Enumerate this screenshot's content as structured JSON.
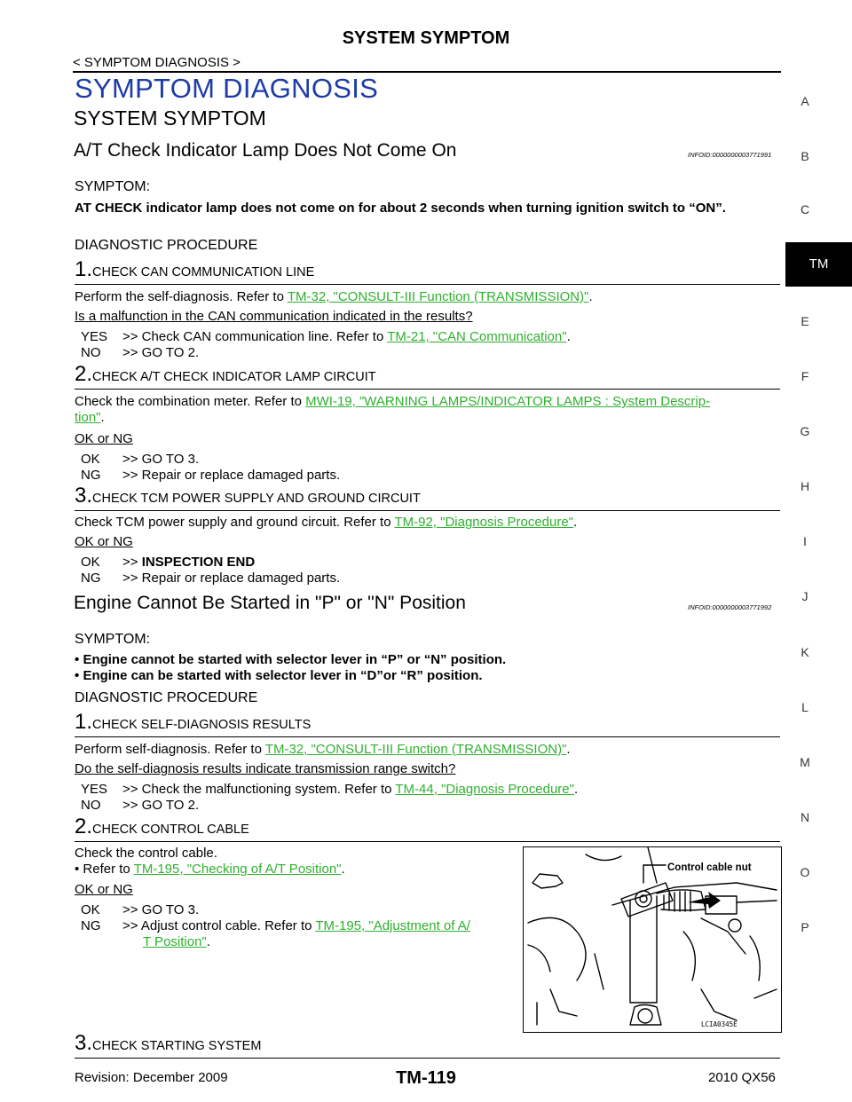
{
  "header": {
    "title": "SYSTEM SYMPTOM",
    "breadcrumb": "< SYMPTOM DIAGNOSIS >"
  },
  "section_title": "SYMPTOM DIAGNOSIS",
  "subsection_title": "SYSTEM SYMPTOM",
  "topic1": {
    "title": "A/T Check Indicator Lamp Does Not Come On",
    "infoid": "INFOID:0000000003771991",
    "symptom_label": "SYMPTOM:",
    "symptom_text": "AT CHECK indicator lamp does not come on for about 2 seconds when turning ignition switch to “ON”.",
    "proc_label": "DIAGNOSTIC PROCEDURE",
    "step1": {
      "num": "1.",
      "title": "CHECK CAN COMMUNICATION LINE",
      "body_pre": "Perform the self-diagnosis. Refer to ",
      "link": "TM-32, \"CONSULT-III Function (TRANSMISSION)\"",
      "body_post": ".",
      "question": "Is a malfunction in the CAN communication indicated in the results?",
      "ans_yes_key": "YES",
      "ans_yes_pre": ">> Check CAN communication line. Refer to ",
      "ans_yes_link": "TM-21, \"CAN Communication\"",
      "ans_yes_post": ".",
      "ans_no_key": "NO",
      "ans_no": ">> GO TO 2."
    },
    "step2": {
      "num": "2.",
      "title": "CHECK A/T CHECK INDICATOR LAMP CIRCUIT",
      "body_pre": "Check the combination meter. Refer to ",
      "link_a": "MWI-19, \"WARNING LAMPS/INDICATOR LAMPS : System Descrip-",
      "link_b": "tion\"",
      "body_post": ".",
      "question": "OK or NG",
      "ans_ok_key": "OK",
      "ans_ok": ">> GO TO 3.",
      "ans_ng_key": "NG",
      "ans_ng": ">> Repair or replace damaged parts."
    },
    "step3": {
      "num": "3.",
      "title": "CHECK TCM POWER SUPPLY AND GROUND CIRCUIT",
      "body_pre": "Check TCM power supply and ground circuit. Refer to ",
      "link": "TM-92, \"Diagnosis Procedure\"",
      "body_post": ".",
      "question": "OK or NG",
      "ans_ok_key": "OK",
      "ans_ok_pre": ">> ",
      "ans_ok_bold": "INSPECTION END",
      "ans_ng_key": "NG",
      "ans_ng": ">> Repair or replace damaged parts."
    }
  },
  "topic2": {
    "title": "Engine Cannot Be Started in \"P\" or \"N\" Position",
    "infoid": "INFOID:0000000003771992",
    "symptom_label": "SYMPTOM:",
    "bullet1": "Engine cannot be started with selector lever in “P” or “N” position.",
    "bullet2": "Engine can be started with selector lever in “D”or “R” position.",
    "bullet_mark": "•",
    "proc_label": "DIAGNOSTIC PROCEDURE",
    "step1": {
      "num": "1.",
      "title": "CHECK SELF-DIAGNOSIS RESULTS",
      "body_pre": "Perform self-diagnosis. Refer to ",
      "link": "TM-32, \"CONSULT-III Function (TRANSMISSION)\"",
      "body_post": ".",
      "question": "Do the self-diagnosis results indicate transmission range switch?",
      "ans_yes_key": "YES",
      "ans_yes_pre": ">> Check the malfunctioning system. Refer to ",
      "ans_yes_link": "TM-44, \"Diagnosis Procedure\"",
      "ans_yes_post": ".",
      "ans_no_key": "NO",
      "ans_no": ">> GO TO 2."
    },
    "step2": {
      "num": "2.",
      "title": "CHECK CONTROL CABLE",
      "body1": "Check the control cable.",
      "bullet_pre": "• Refer to ",
      "link": "TM-195, \"Checking of A/T Position\"",
      "body_post": ".",
      "question": "OK or NG",
      "ans_ok_key": "OK",
      "ans_ok": ">> GO TO 3.",
      "ans_ng_key": "NG",
      "ans_ng_pre": ">> Adjust control cable. Refer to ",
      "ans_ng_link_a": "TM-195, \"Adjustment of A/",
      "ans_ng_link_b": "T Position\"",
      "ans_ng_post": "."
    },
    "step3": {
      "num": "3.",
      "title": "CHECK STARTING SYSTEM"
    }
  },
  "figure": {
    "callout": "Control cable nut",
    "code": "LCIA0345E"
  },
  "side_index": {
    "letters": [
      "A",
      "B",
      "C",
      "TM",
      "E",
      "F",
      "G",
      "H",
      "I",
      "J",
      "K",
      "L",
      "M",
      "N",
      "O",
      "P"
    ],
    "active": "TM"
  },
  "footer": {
    "revision": "Revision: December 2009",
    "page": "TM-119",
    "model": "2010 QX56"
  }
}
